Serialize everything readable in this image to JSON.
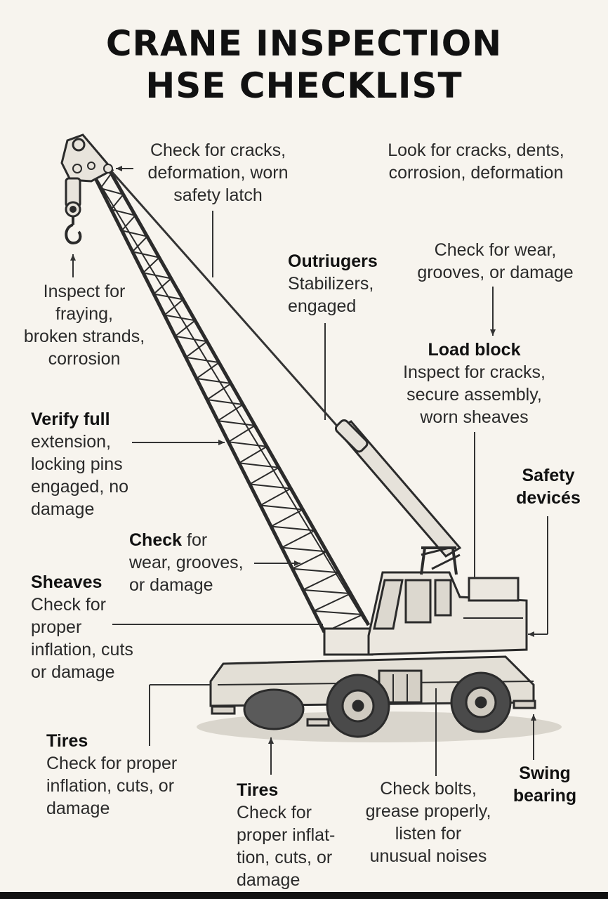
{
  "title": {
    "line1": "CRANE INSPECTION",
    "line2": "HSE CHECKLIST"
  },
  "labels": {
    "hook_top": {
      "text": "Check for cracks,\ndeformation, worn\nsafety latch"
    },
    "top_right": {
      "text": "Look for cracks, dents,\ncorrosion, deformation"
    },
    "wire_rope": {
      "text": "Inspect for\nfraying,\nbroken strands,\ncorrosion"
    },
    "outriggers": {
      "heading": "Outriugers",
      "text": "Stabilizers,\nengaged"
    },
    "sheaves_top": {
      "text": "Check for wear,\ngrooves, or damage"
    },
    "load_block": {
      "heading": "Load block",
      "text": "Inspect for cracks,\nsecure assembly,\nworn sheaves"
    },
    "boom": {
      "heading": "Verify full",
      "text": "extension,\nlocking pins\nengaged, no\ndamage"
    },
    "safety_devices": {
      "heading": "Safety\ndevicés"
    },
    "check_wear": {
      "heading": "Check",
      "first": " for",
      "text": "wear, grooves,\nor damage"
    },
    "sheaves": {
      "heading": "Sheaves",
      "text": "Check for\nproper\ninflation, cuts\nor damage"
    },
    "tires_left": {
      "heading": "Tires",
      "text": "Check for proper\ninflation, cuts, or\ndamage"
    },
    "tires_mid": {
      "heading": "Tires",
      "text": "Check for\nproper inflat-\ntion, cuts, or\ndamage"
    },
    "bolts": {
      "text": "Check bolts,\ngrease properly,\nlisten for\nunusual noises"
    },
    "swing_bearing": {
      "heading": "Swing\nbearing"
    }
  }
}
